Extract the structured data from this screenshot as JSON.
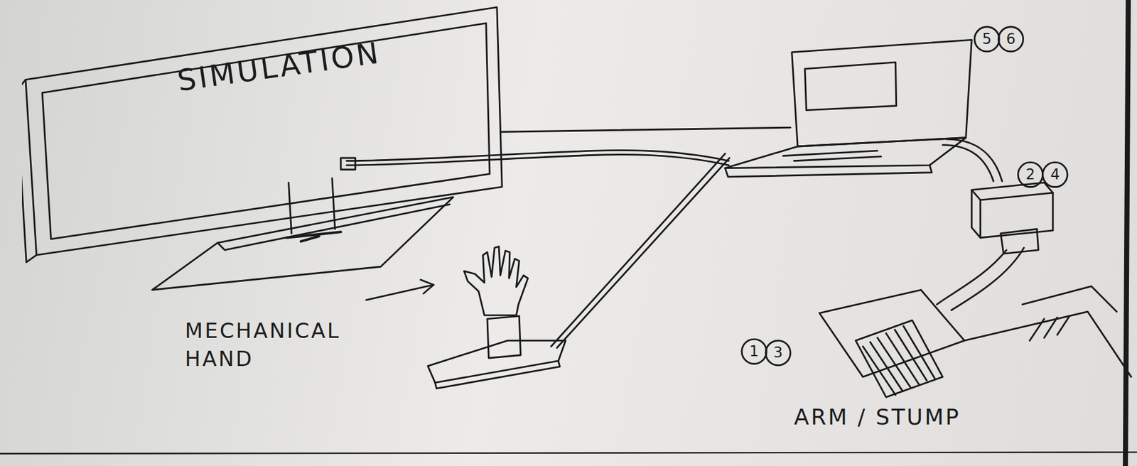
{
  "diagram": {
    "nodes": [
      {
        "text": [
          "SIMULATION"
        ]
      }
    ],
    "labels": [
      "MECHANICAL HAND",
      "ARM / STUMP",
      "5",
      "6",
      "2",
      "4",
      "1",
      "3"
    ]
  }
}
